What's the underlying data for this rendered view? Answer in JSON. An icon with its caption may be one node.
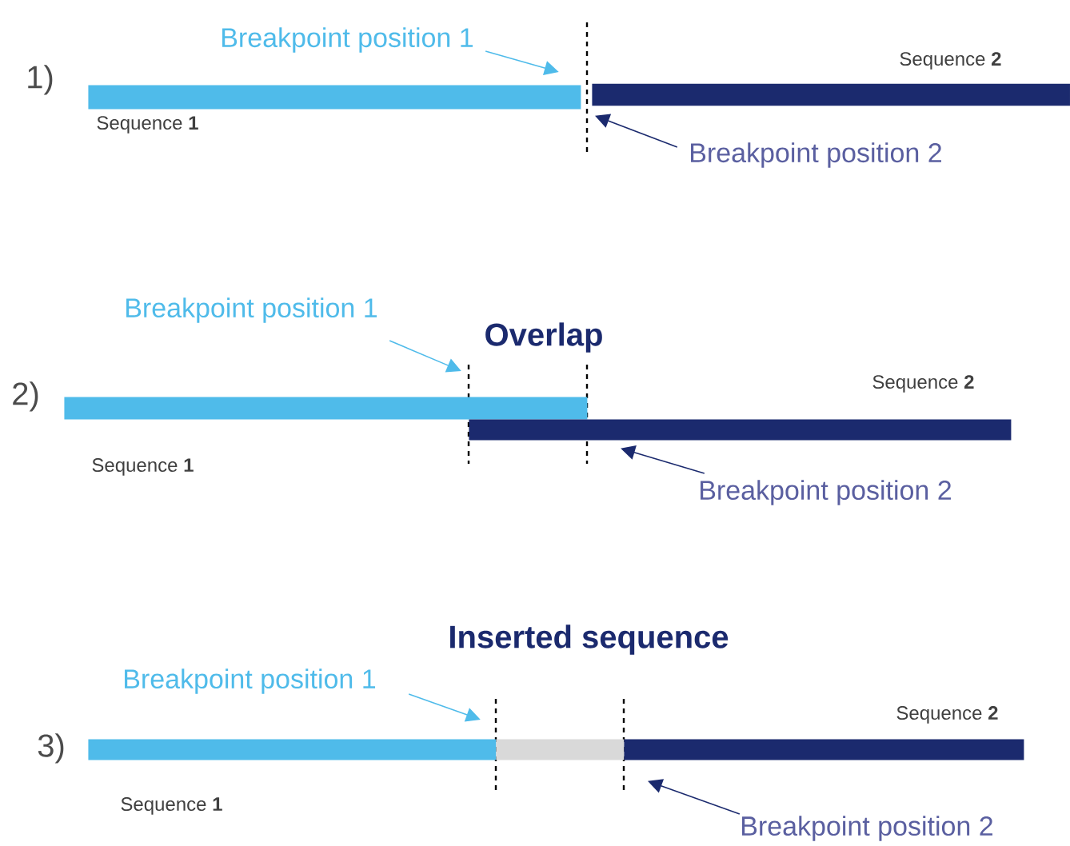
{
  "diagram": {
    "nodes": [
      {
        "text": [],
        "shape": "bar",
        "beside": [
          "Sequence **1**"
        ]
      },
      {
        "text": [],
        "shape": "bar",
        "beside": [
          "Sequence **2**"
        ]
      },
      {
        "text": [
          "Breakpoint position 1"
        ]
      },
      {
        "text": [
          "Breakpoint position 2"
        ]
      },
      {
        "text": [],
        "shape": "bar",
        "beside": [
          "Sequence **1**"
        ]
      },
      {
        "text": [],
        "shape": "bar",
        "beside": [
          "Sequence **2**"
        ]
      },
      {
        "text": [
          "Breakpoint position 1"
        ]
      },
      {
        "text": [
          "Breakpoint position 2"
        ]
      },
      {
        "text": [],
        "shape": "bar",
        "beside": [
          "Sequence **1**"
        ]
      },
      {
        "text": [],
        "shape": "bar"
      },
      {
        "text": [],
        "shape": "bar",
        "beside": [
          "Sequence **2**"
        ]
      },
      {
        "text": [
          "Breakpoint position 1"
        ]
      },
      {
        "text": [
          "Breakpoint position 2"
        ]
      }
    ],
    "edges": [
      {
        "from": 2,
        "to": 0,
        "arrow": "to",
        "color": "#4fbbea"
      },
      {
        "from": 3,
        "to": 1,
        "arrow": "to",
        "color": "#1b2a6e"
      },
      {
        "from": 6,
        "to": 4,
        "arrow": "to",
        "color": "#4fbbea"
      },
      {
        "from": 7,
        "to": 5,
        "arrow": "to",
        "color": "#1b2a6e"
      },
      {
        "from": 11,
        "to": 8,
        "arrow": "to",
        "color": "#4fbbea"
      },
      {
        "from": 12,
        "to": 10,
        "arrow": "to",
        "color": "#1b2a6e"
      }
    ],
    "labels": [
      "1)",
      "2)",
      "Overlap",
      "Inserted sequence",
      "3)"
    ]
  }
}
